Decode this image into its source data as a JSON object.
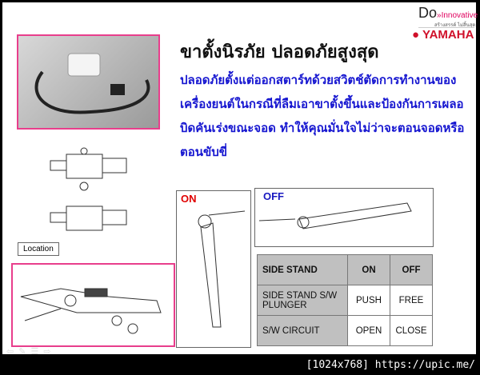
{
  "logo": {
    "brand_line": "Do",
    "brand_tag": "»Innovative",
    "brand_sub": "สร้างสรรค์ ไม่สิ้นสุด",
    "yamaha": "YAMAHA"
  },
  "title": "ขาตั้งนิรภัย ปลอดภัยสูงสุด",
  "body": "ปลอดภัยตั้งแต่ออกสตาร์ทด้วยสวิตช์ตัดการทำงานของเครื่องยนต์ในกรณีที่ลืมเอาขาตั้งขึ้นและป้องกันการเผลอบิดคันเร่งขณะจอด ทำให้คุณมั่นใจไม่ว่าจะตอนจอดหรือตอนขับขี่",
  "location_label": "Location",
  "on_label": "ON",
  "off_label": "OFF",
  "table": {
    "headers": [
      "SIDE STAND",
      "ON",
      "OFF"
    ],
    "rows": [
      [
        "SIDE STAND S/W PLUNGER",
        "PUSH",
        "FREE"
      ],
      [
        "S/W CIRCUIT",
        "OPEN",
        "CLOSE"
      ]
    ]
  },
  "watermark": "[1024x768] https://upic.me/",
  "colors": {
    "accent_pink": "#e83e8c",
    "body_text": "#1515d0",
    "on": "#e00000",
    "off": "#1818c0"
  }
}
